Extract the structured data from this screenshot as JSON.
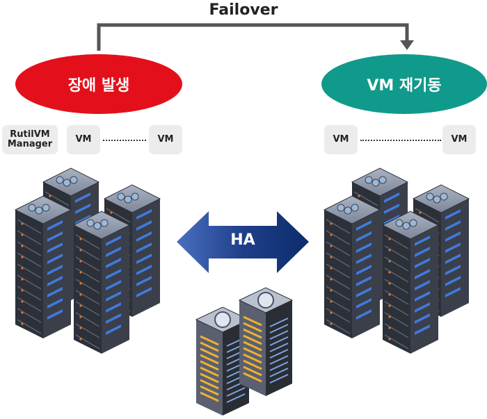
{
  "title": "Failover",
  "left_state": {
    "label": "장애 발생",
    "color": "#e3101b"
  },
  "right_state": {
    "label": "VM 재기동",
    "color": "#109a8b"
  },
  "left_boxes": {
    "manager": "RutilVM\nManager",
    "vm_a": "VM",
    "vm_b": "VM"
  },
  "right_boxes": {
    "vm_a": "VM",
    "vm_b": "VM"
  },
  "ha_label": "HA",
  "colors": {
    "failover_line": "#555555",
    "ha_arrow_dark": "#0d2c6b",
    "ha_arrow_light": "#4a6fc0",
    "server_body": "#3b3f4a"
  },
  "icons": {
    "server_rack": "server-cluster-icon",
    "storage_unit": "storage-server-icon"
  }
}
